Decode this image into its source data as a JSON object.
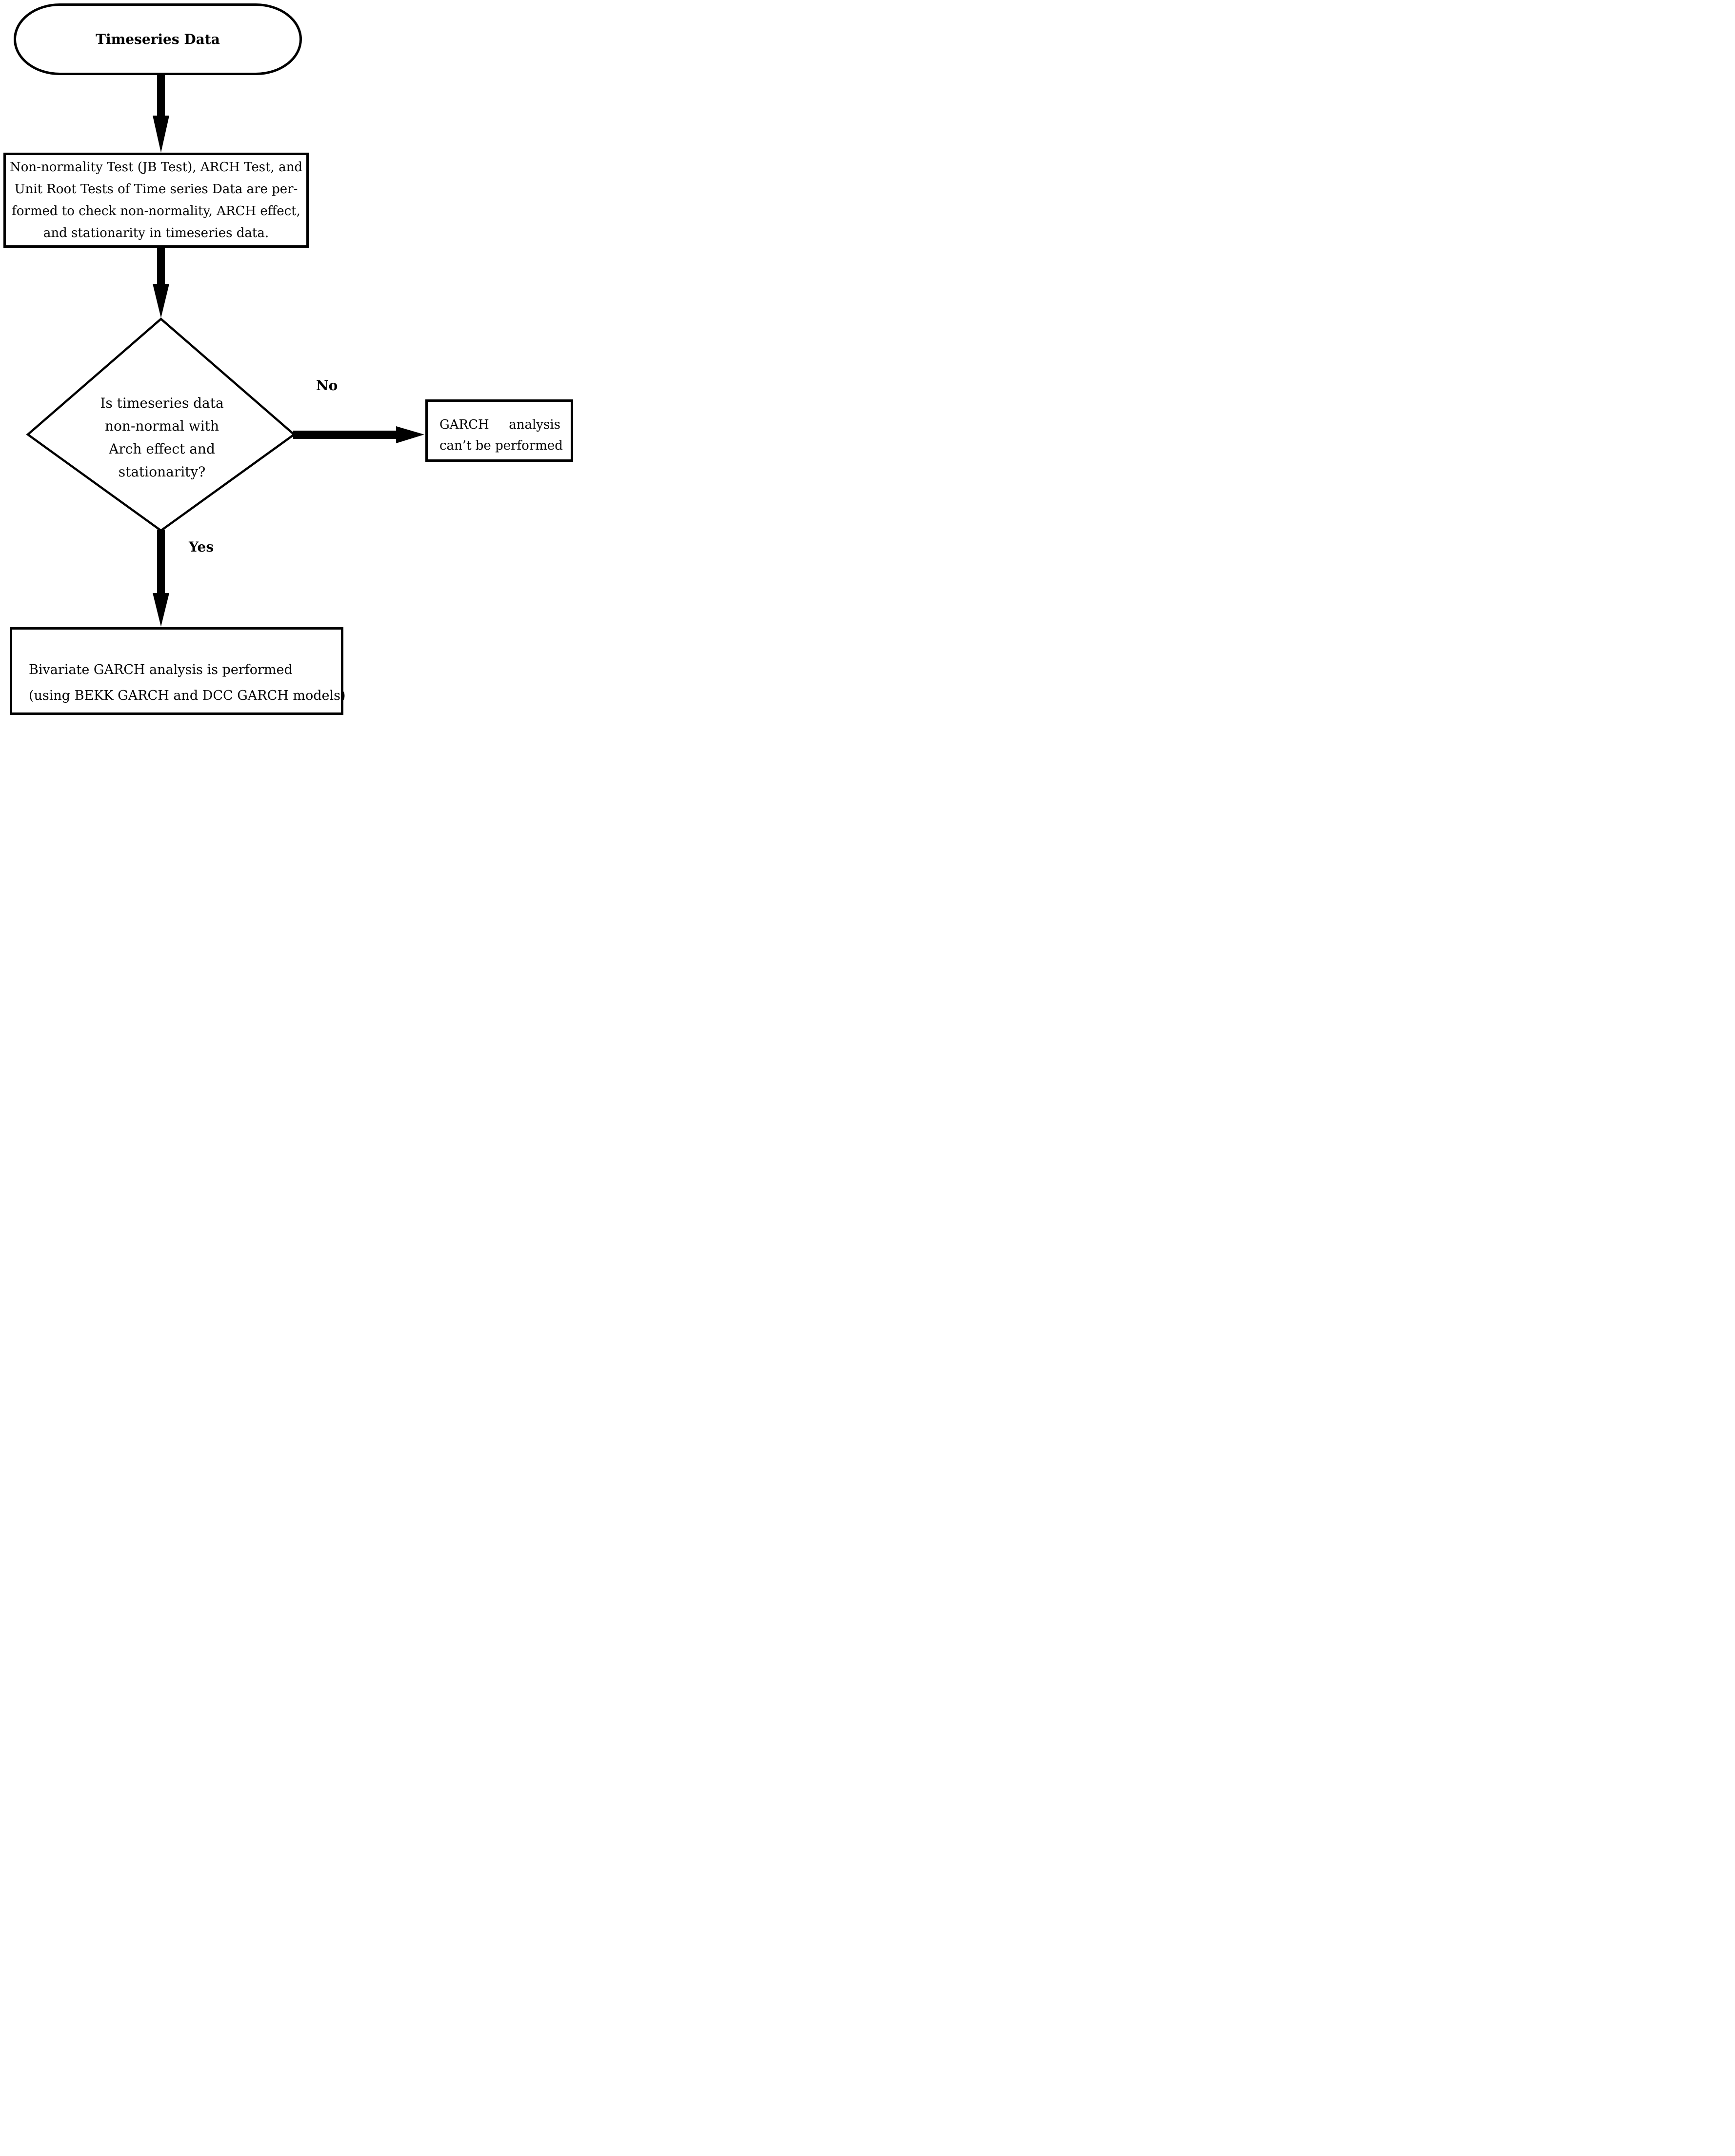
{
  "flowchart": {
    "start": {
      "label": "Timeseries Data"
    },
    "tests": {
      "lines": [
        "Non-normality Test (JB Test), ARCH Test, and",
        "Unit Root Tests of Time series Data are per-",
        "formed to check non-normality, ARCH effect,",
        "and stationarity in timeseries data."
      ]
    },
    "decision": {
      "lines": [
        "Is timeseries data",
        "non-normal with",
        "Arch effect and",
        "stationarity?"
      ]
    },
    "no_branch": {
      "label": "No",
      "result_word1": "GARCH",
      "result_word2": "analysis",
      "result_line2": "can’t be performed"
    },
    "yes_branch": {
      "label": "Yes",
      "result_lines": [
        "Bivariate GARCH analysis is performed",
        "(using BEKK GARCH and DCC GARCH models)"
      ]
    },
    "colors": {
      "ink": "#000000",
      "paper": "#ffffff"
    }
  }
}
